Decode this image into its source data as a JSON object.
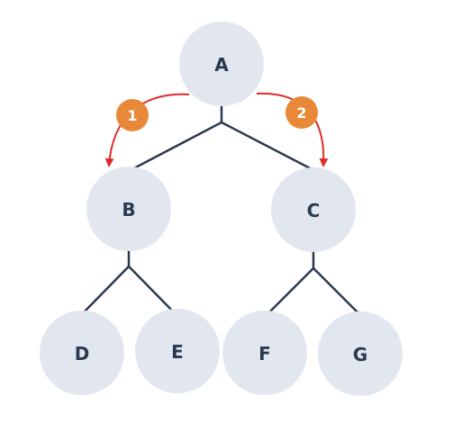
{
  "tree": {
    "nodes": {
      "a": "A",
      "b": "B",
      "c": "C",
      "d": "D",
      "e": "E",
      "f": "F",
      "g": "G"
    },
    "steps": {
      "first": "1",
      "second": "2"
    }
  },
  "colors": {
    "node_fill": "#e2e7ef",
    "node_text": "#2c3a4f",
    "edge": "#2c3a4f",
    "arrow": "#e02b2b",
    "step_badge": "#e8893a",
    "step_text": "#ffffff"
  }
}
